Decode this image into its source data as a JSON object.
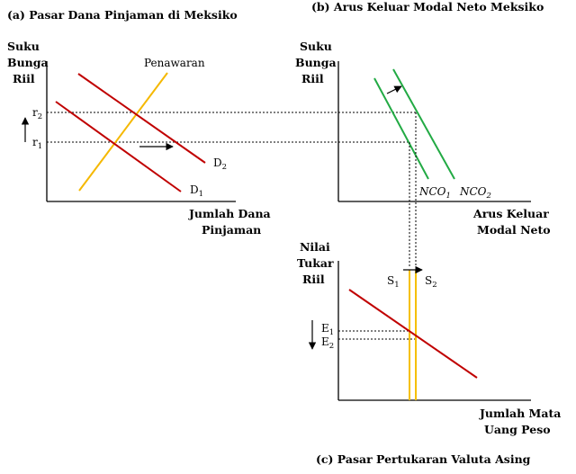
{
  "colors": {
    "demand": "#c00000",
    "supply_loanable": "#f5b800",
    "nco": "#22aa44",
    "supply_fx": "#f5c000",
    "axis": "#000000"
  },
  "panel_a": {
    "title": "(a)  Pasar Dana Pinjaman di Meksiko",
    "ylabel_lines": [
      "Suku",
      "Bunga",
      "Riil"
    ],
    "xlabel_lines": [
      "Jumlah Dana",
      "Pinjaman"
    ],
    "supply_label": "Penawaran",
    "d1_base": "D",
    "d1_sub": "1",
    "d2_base": "D",
    "d2_sub": "2",
    "r1_base": "r",
    "r1_sub": "1",
    "r2_base": "r",
    "r2_sub": "2"
  },
  "panel_b": {
    "title": "(b)  Arus Keluar Modal Neto Meksiko",
    "ylabel_lines": [
      "Suku",
      "Bunga",
      "Riil"
    ],
    "xlabel_lines": [
      "Arus Keluar",
      "Modal Neto"
    ],
    "nco1_base": "NCO",
    "nco1_sub": "1",
    "nco2_base": "NCO",
    "nco2_sub": "2"
  },
  "panel_c": {
    "title": "(c)  Pasar Pertukaran Valuta Asing",
    "ylabel_lines": [
      "Nilai",
      "Tukar",
      "Riil"
    ],
    "xlabel_lines": [
      "Jumlah Mata",
      "Uang Peso"
    ],
    "s1_base": "S",
    "s1_sub": "1",
    "s2_base": "S",
    "s2_sub": "2",
    "e1_base": "E",
    "e1_sub": "1",
    "e2_base": "E",
    "e2_sub": "2"
  }
}
